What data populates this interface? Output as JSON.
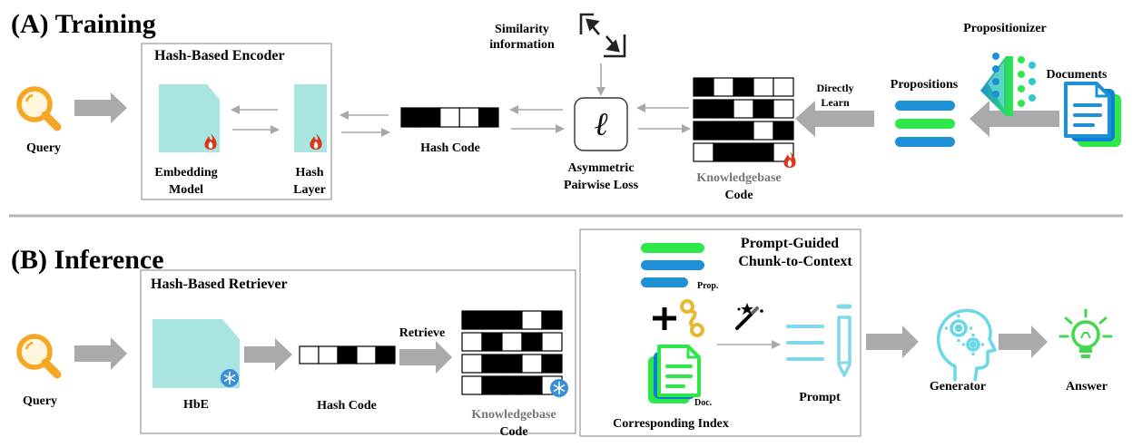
{
  "training": {
    "title": "(A) Training",
    "query": "Query",
    "encoder_box_title": "Hash-Based Encoder",
    "embedding_model": [
      "Embedding",
      "Model"
    ],
    "hash_layer": [
      "Hash",
      "Layer"
    ],
    "hash_code": "Hash Code",
    "similarity": [
      "Similarity",
      "information"
    ],
    "loss_symbol": "ℓ",
    "loss_label": [
      "Asymmetric",
      "Pairwise Loss"
    ],
    "kb_code": [
      "Knowledgebase",
      "Code"
    ],
    "directly_learn": [
      "Directly",
      "Learn"
    ],
    "propositions": "Propositions",
    "propositionizer": "Propositionizer",
    "documents": "Documents"
  },
  "inference": {
    "title": "(B) Inference",
    "query": "Query",
    "retriever_box_title": "Hash-Based Retriever",
    "hbe": "HbE",
    "hash_code": "Hash Code",
    "retrieve": "Retrieve",
    "kb_code": [
      "Knowledgebase",
      "Code"
    ],
    "pgcc_title": [
      "Prompt-Guided",
      "Chunk-to-Context"
    ],
    "prop": "Prop.",
    "doc": "Doc.",
    "corresponding_index": "Corresponding Index",
    "prompt": "Prompt",
    "generator": "Generator",
    "answer": "Answer"
  },
  "codes": {
    "train_hash_code": [
      1,
      1,
      0,
      0,
      1
    ],
    "train_kb_code": [
      [
        1,
        0,
        1,
        0,
        0
      ],
      [
        1,
        1,
        0,
        1,
        0
      ],
      [
        1,
        1,
        1,
        0,
        1
      ],
      [
        0,
        1,
        1,
        1,
        0
      ]
    ],
    "infer_hash_code": [
      0,
      0,
      1,
      0,
      1
    ],
    "infer_kb_code": [
      [
        1,
        1,
        1,
        0,
        1
      ],
      [
        0,
        1,
        0,
        1,
        0
      ],
      [
        0,
        1,
        1,
        0,
        1
      ],
      [
        0,
        1,
        1,
        1,
        0
      ]
    ]
  },
  "colors": {
    "query": "#f5a623",
    "embedding": "#a8e4e0",
    "fire": "#d9381e",
    "snow": "#3a8fd6",
    "prop_blue": "#1e90d6",
    "prop_green": "#2ee84a",
    "arrow": "#aaaaaa",
    "teal": "#67d7ea"
  },
  "icons": {
    "query": "magnifier-icon",
    "fire": "fire-icon",
    "snow": "snowflake-icon",
    "similarity": "similarity-swap-icon",
    "documents": "documents-icon",
    "propositionizer": "neural-network-icon",
    "link": "link-icon",
    "plus": "plus-icon",
    "wand": "magic-wand-icon",
    "prompt": "prompt-icon",
    "generator": "head-gears-icon",
    "answer": "lightbulb-icon"
  }
}
